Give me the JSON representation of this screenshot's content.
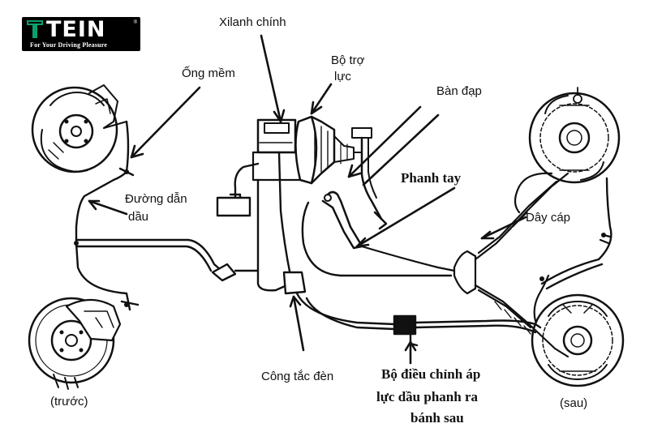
{
  "logo": {
    "brand": "TEIN",
    "tagline": "For Your Driving Pleasure",
    "registered": "®"
  },
  "labels": {
    "master_cylinder": "Xilanh chính",
    "booster_line1": "Bộ trợ",
    "booster_line2": "lực",
    "hose": "Ống mềm",
    "pedal": "Bàn đạp",
    "hand_brake": "Phanh tay",
    "oil_line_line1": "Đường dẫn",
    "oil_line_line2": "dầu",
    "cable": "Dây cáp",
    "light_switch": "Công tắc đèn",
    "regulator_line1": "Bộ điều chỉnh áp",
    "regulator_line2": "lực dầu phanh ra",
    "regulator_line3": "bánh sau",
    "front": "(trước)",
    "rear": "(sau)"
  },
  "colors": {
    "ink": "#111111",
    "logo_bg": "#000000",
    "logo_accent": "#0aa06e"
  }
}
